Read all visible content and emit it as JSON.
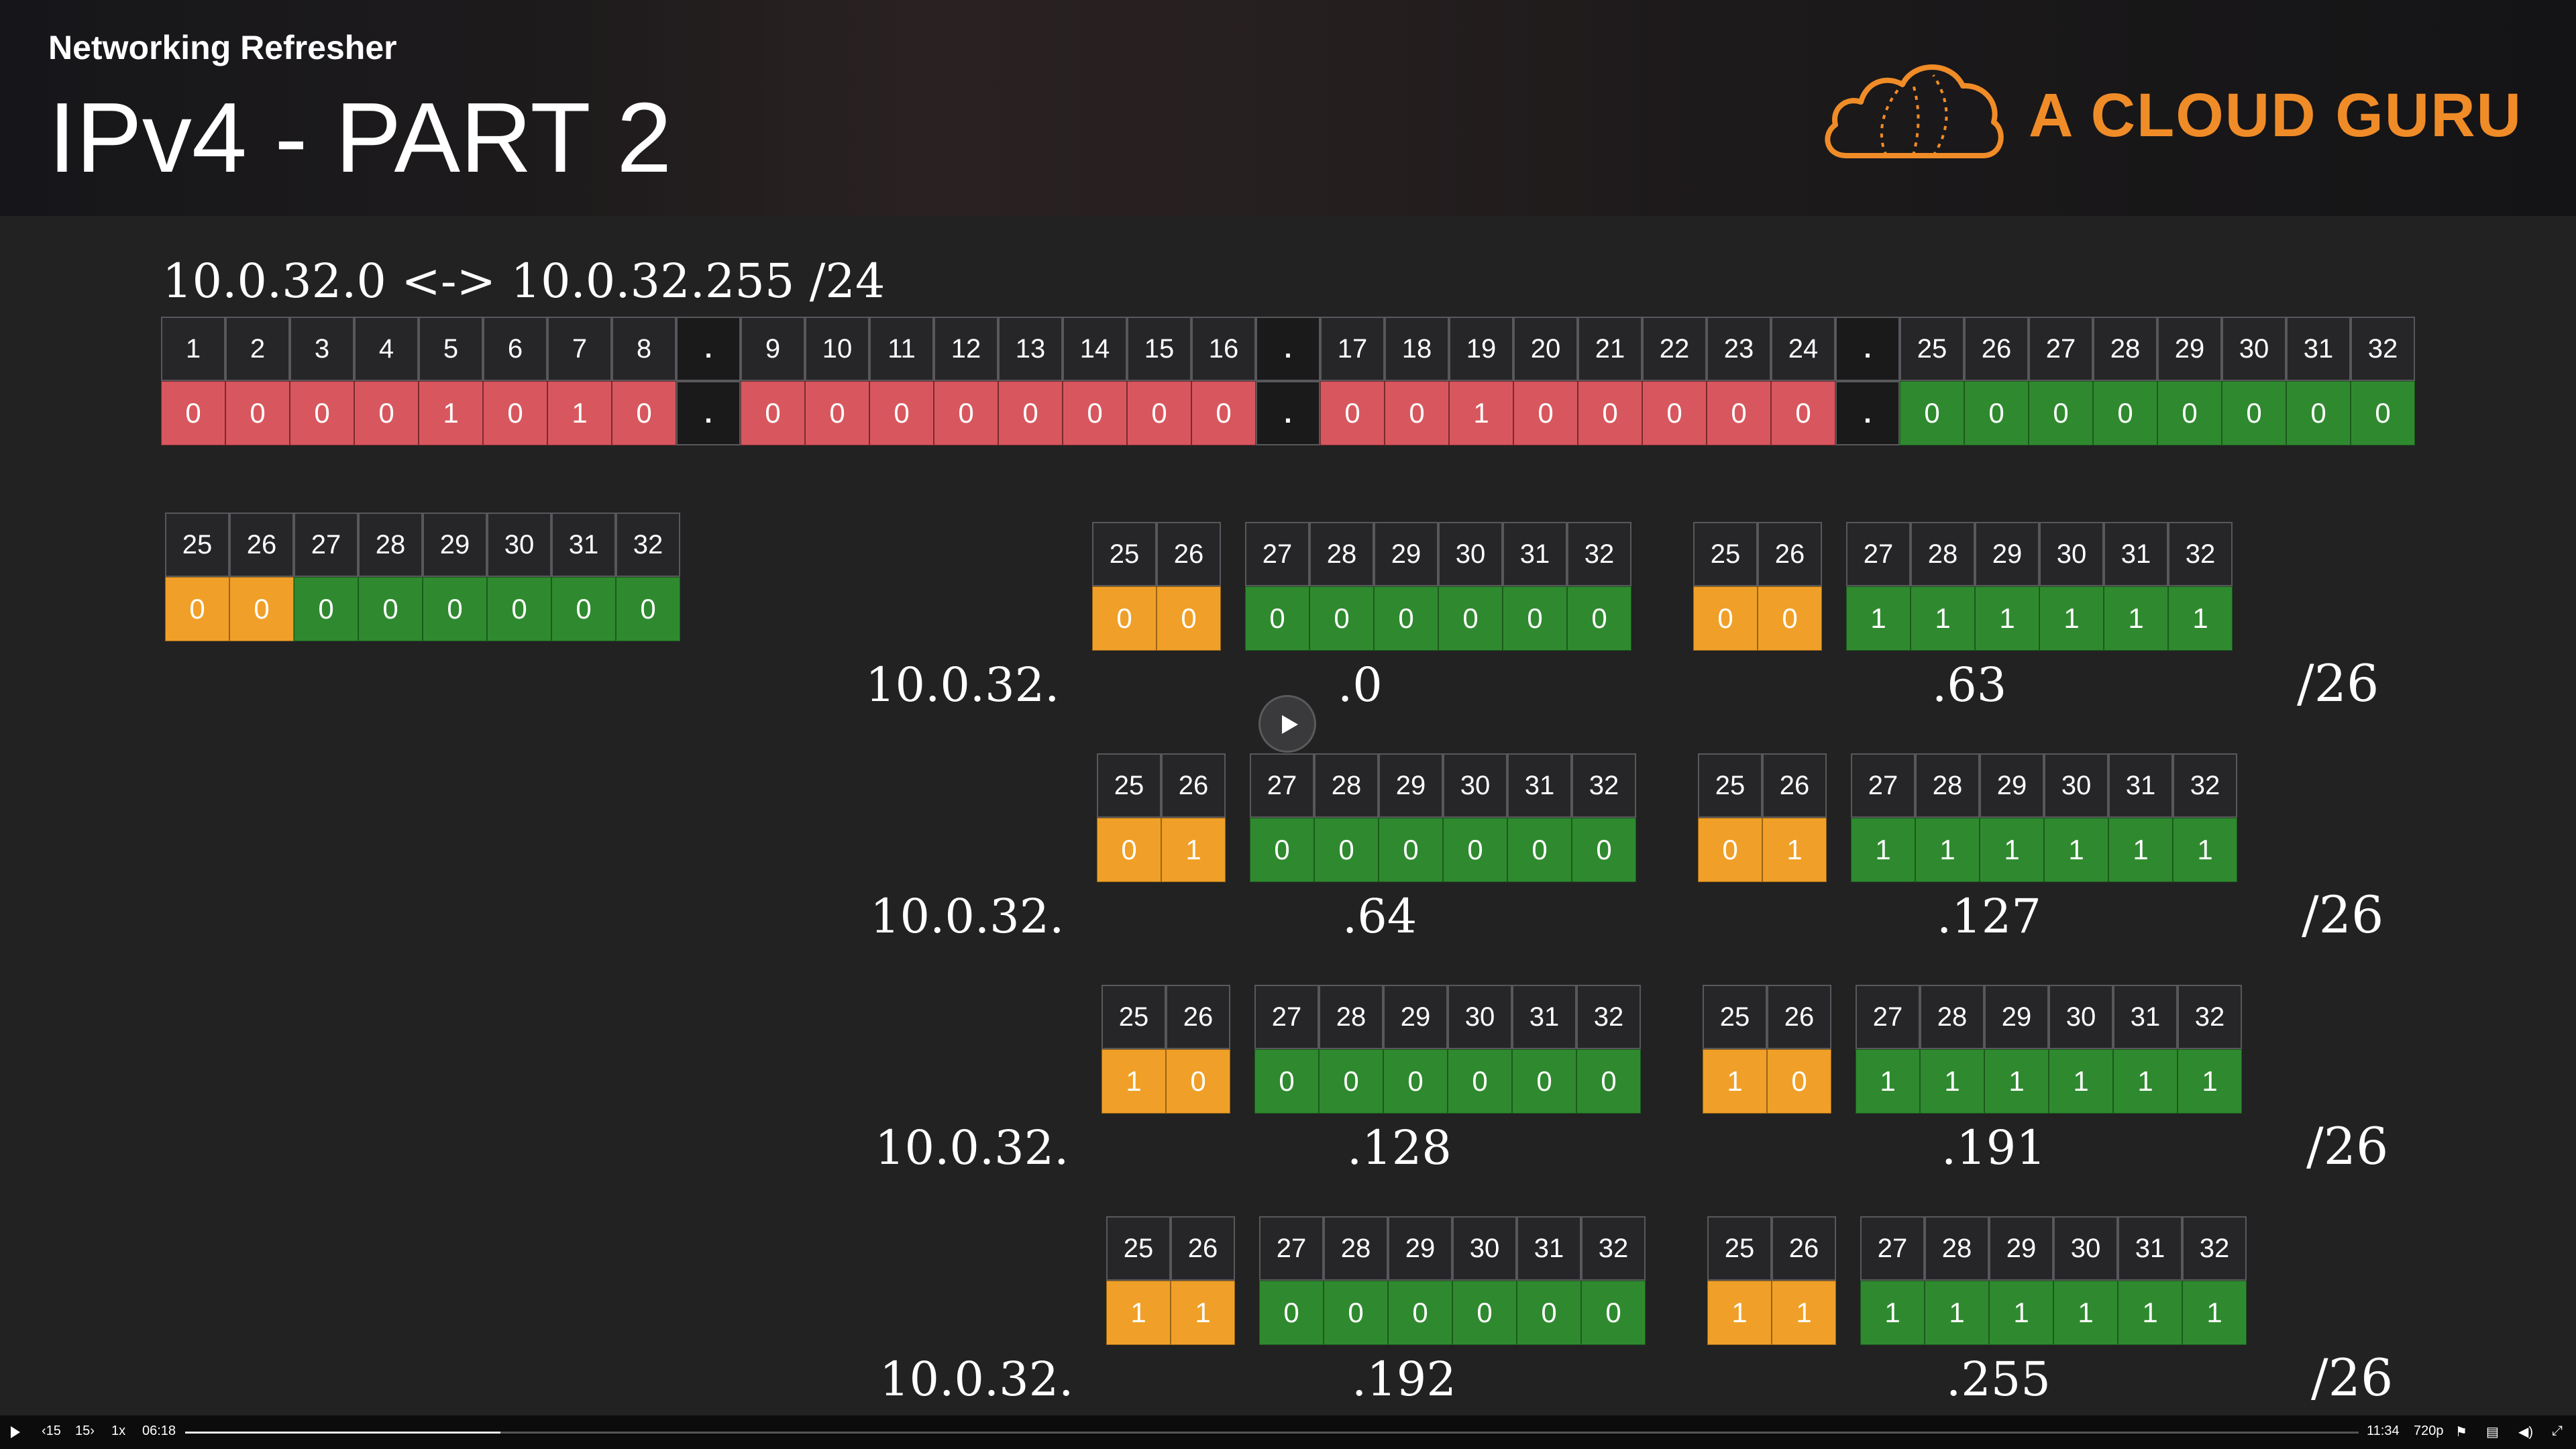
{
  "header": {
    "subtitle": "Networking Refresher",
    "title": "IPv4 - PART 2",
    "logo_text": "A CLOUD GURU",
    "logo_icon": "cloud-icon",
    "accent_color": "#f08c28"
  },
  "range_label": "10.0.32.0 <-> 10.0.32.255 /24",
  "full_table": {
    "headers": [
      "1",
      "2",
      "3",
      "4",
      "5",
      "6",
      "7",
      "8",
      ".",
      "9",
      "10",
      "11",
      "12",
      "13",
      "14",
      "15",
      "16",
      ".",
      "17",
      "18",
      "19",
      "20",
      "21",
      "22",
      "23",
      "24",
      ".",
      "25",
      "26",
      "27",
      "28",
      "29",
      "30",
      "31",
      "32"
    ],
    "bits": [
      "0",
      "0",
      "0",
      "0",
      "1",
      "0",
      "1",
      "0",
      ".",
      "0",
      "0",
      "0",
      "0",
      "0",
      "0",
      "0",
      "0",
      ".",
      "0",
      "0",
      "1",
      "0",
      "0",
      "0",
      "0",
      "0",
      ".",
      "0",
      "0",
      "0",
      "0",
      "0",
      "0",
      "0",
      "0"
    ]
  },
  "small_table": {
    "headers": [
      "25",
      "26",
      "27",
      "28",
      "29",
      "30",
      "31",
      "32"
    ],
    "bits": [
      "0",
      "0",
      "0",
      "0",
      "0",
      "0",
      "0",
      "0"
    ]
  },
  "subnets": [
    {
      "prefix": "10.0.32.",
      "start": ".0",
      "end": ".63",
      "mask": "/26",
      "start_net": {
        "headers": [
          "25",
          "26"
        ],
        "bits": [
          "0",
          "0"
        ]
      },
      "start_host": {
        "headers": [
          "27",
          "28",
          "29",
          "30",
          "31",
          "32"
        ],
        "bits": [
          "0",
          "0",
          "0",
          "0",
          "0",
          "0"
        ]
      },
      "end_net": {
        "headers": [
          "25",
          "26"
        ],
        "bits": [
          "0",
          "0"
        ]
      },
      "end_host": {
        "headers": [
          "27",
          "28",
          "29",
          "30",
          "31",
          "32"
        ],
        "bits": [
          "1",
          "1",
          "1",
          "1",
          "1",
          "1"
        ]
      }
    },
    {
      "prefix": "10.0.32.",
      "start": ".64",
      "end": ".127",
      "mask": "/26",
      "start_net": {
        "headers": [
          "25",
          "26"
        ],
        "bits": [
          "0",
          "1"
        ]
      },
      "start_host": {
        "headers": [
          "27",
          "28",
          "29",
          "30",
          "31",
          "32"
        ],
        "bits": [
          "0",
          "0",
          "0",
          "0",
          "0",
          "0"
        ]
      },
      "end_net": {
        "headers": [
          "25",
          "26"
        ],
        "bits": [
          "0",
          "1"
        ]
      },
      "end_host": {
        "headers": [
          "27",
          "28",
          "29",
          "30",
          "31",
          "32"
        ],
        "bits": [
          "1",
          "1",
          "1",
          "1",
          "1",
          "1"
        ]
      }
    },
    {
      "prefix": "10.0.32.",
      "start": ".128",
      "end": ".191",
      "mask": "/26",
      "start_net": {
        "headers": [
          "25",
          "26"
        ],
        "bits": [
          "1",
          "0"
        ]
      },
      "start_host": {
        "headers": [
          "27",
          "28",
          "29",
          "30",
          "31",
          "32"
        ],
        "bits": [
          "0",
          "0",
          "0",
          "0",
          "0",
          "0"
        ]
      },
      "end_net": {
        "headers": [
          "25",
          "26"
        ],
        "bits": [
          "1",
          "0"
        ]
      },
      "end_host": {
        "headers": [
          "27",
          "28",
          "29",
          "30",
          "31",
          "32"
        ],
        "bits": [
          "1",
          "1",
          "1",
          "1",
          "1",
          "1"
        ]
      }
    },
    {
      "prefix": "10.0.32.",
      "start": ".192",
      "end": ".255",
      "mask": "/26",
      "start_net": {
        "headers": [
          "25",
          "26"
        ],
        "bits": [
          "1",
          "1"
        ]
      },
      "start_host": {
        "headers": [
          "27",
          "28",
          "29",
          "30",
          "31",
          "32"
        ],
        "bits": [
          "0",
          "0",
          "0",
          "0",
          "0",
          "0"
        ]
      },
      "end_net": {
        "headers": [
          "25",
          "26"
        ],
        "bits": [
          "1",
          "1"
        ]
      },
      "end_host": {
        "headers": [
          "27",
          "28",
          "29",
          "30",
          "31",
          "32"
        ],
        "bits": [
          "1",
          "1",
          "1",
          "1",
          "1",
          "1"
        ]
      }
    }
  ],
  "colors": {
    "network_bits": "#d8575e",
    "host_bits": "#2f8a2f",
    "subnet_bits": "#f0a028"
  },
  "player": {
    "play_icon": "play-icon",
    "rewind_label": "15",
    "forward_label": "15",
    "speed": "1x",
    "current_time": "06:18",
    "duration": "11:34",
    "quality": "720p",
    "progress": 0.145,
    "icons": [
      "flag-icon",
      "captions-icon",
      "volume-icon",
      "fullscreen-icon"
    ]
  }
}
